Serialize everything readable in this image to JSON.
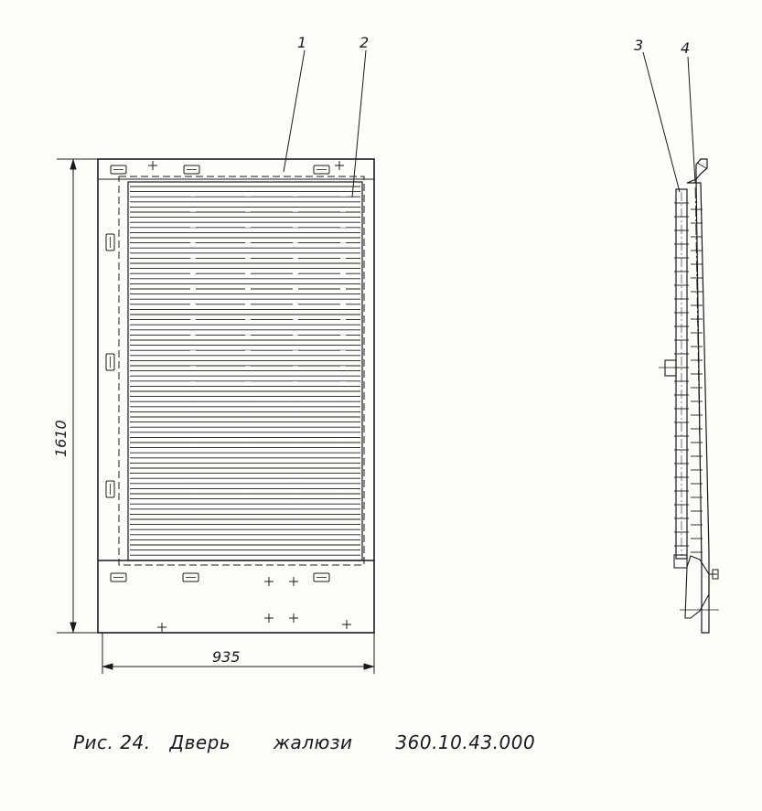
{
  "figure": {
    "callouts": [
      "1",
      "2",
      "3",
      "4"
    ],
    "dimensions": {
      "height": "1610",
      "width": "935"
    },
    "caption": {
      "figure_number": "Рис. 24.",
      "title_word1": "Дверь",
      "title_word2": "жалюзи",
      "part_number": "360.10.43.000"
    }
  },
  "colors": {
    "ink": "#1a1a1a",
    "paper": "#fdfdfc"
  }
}
